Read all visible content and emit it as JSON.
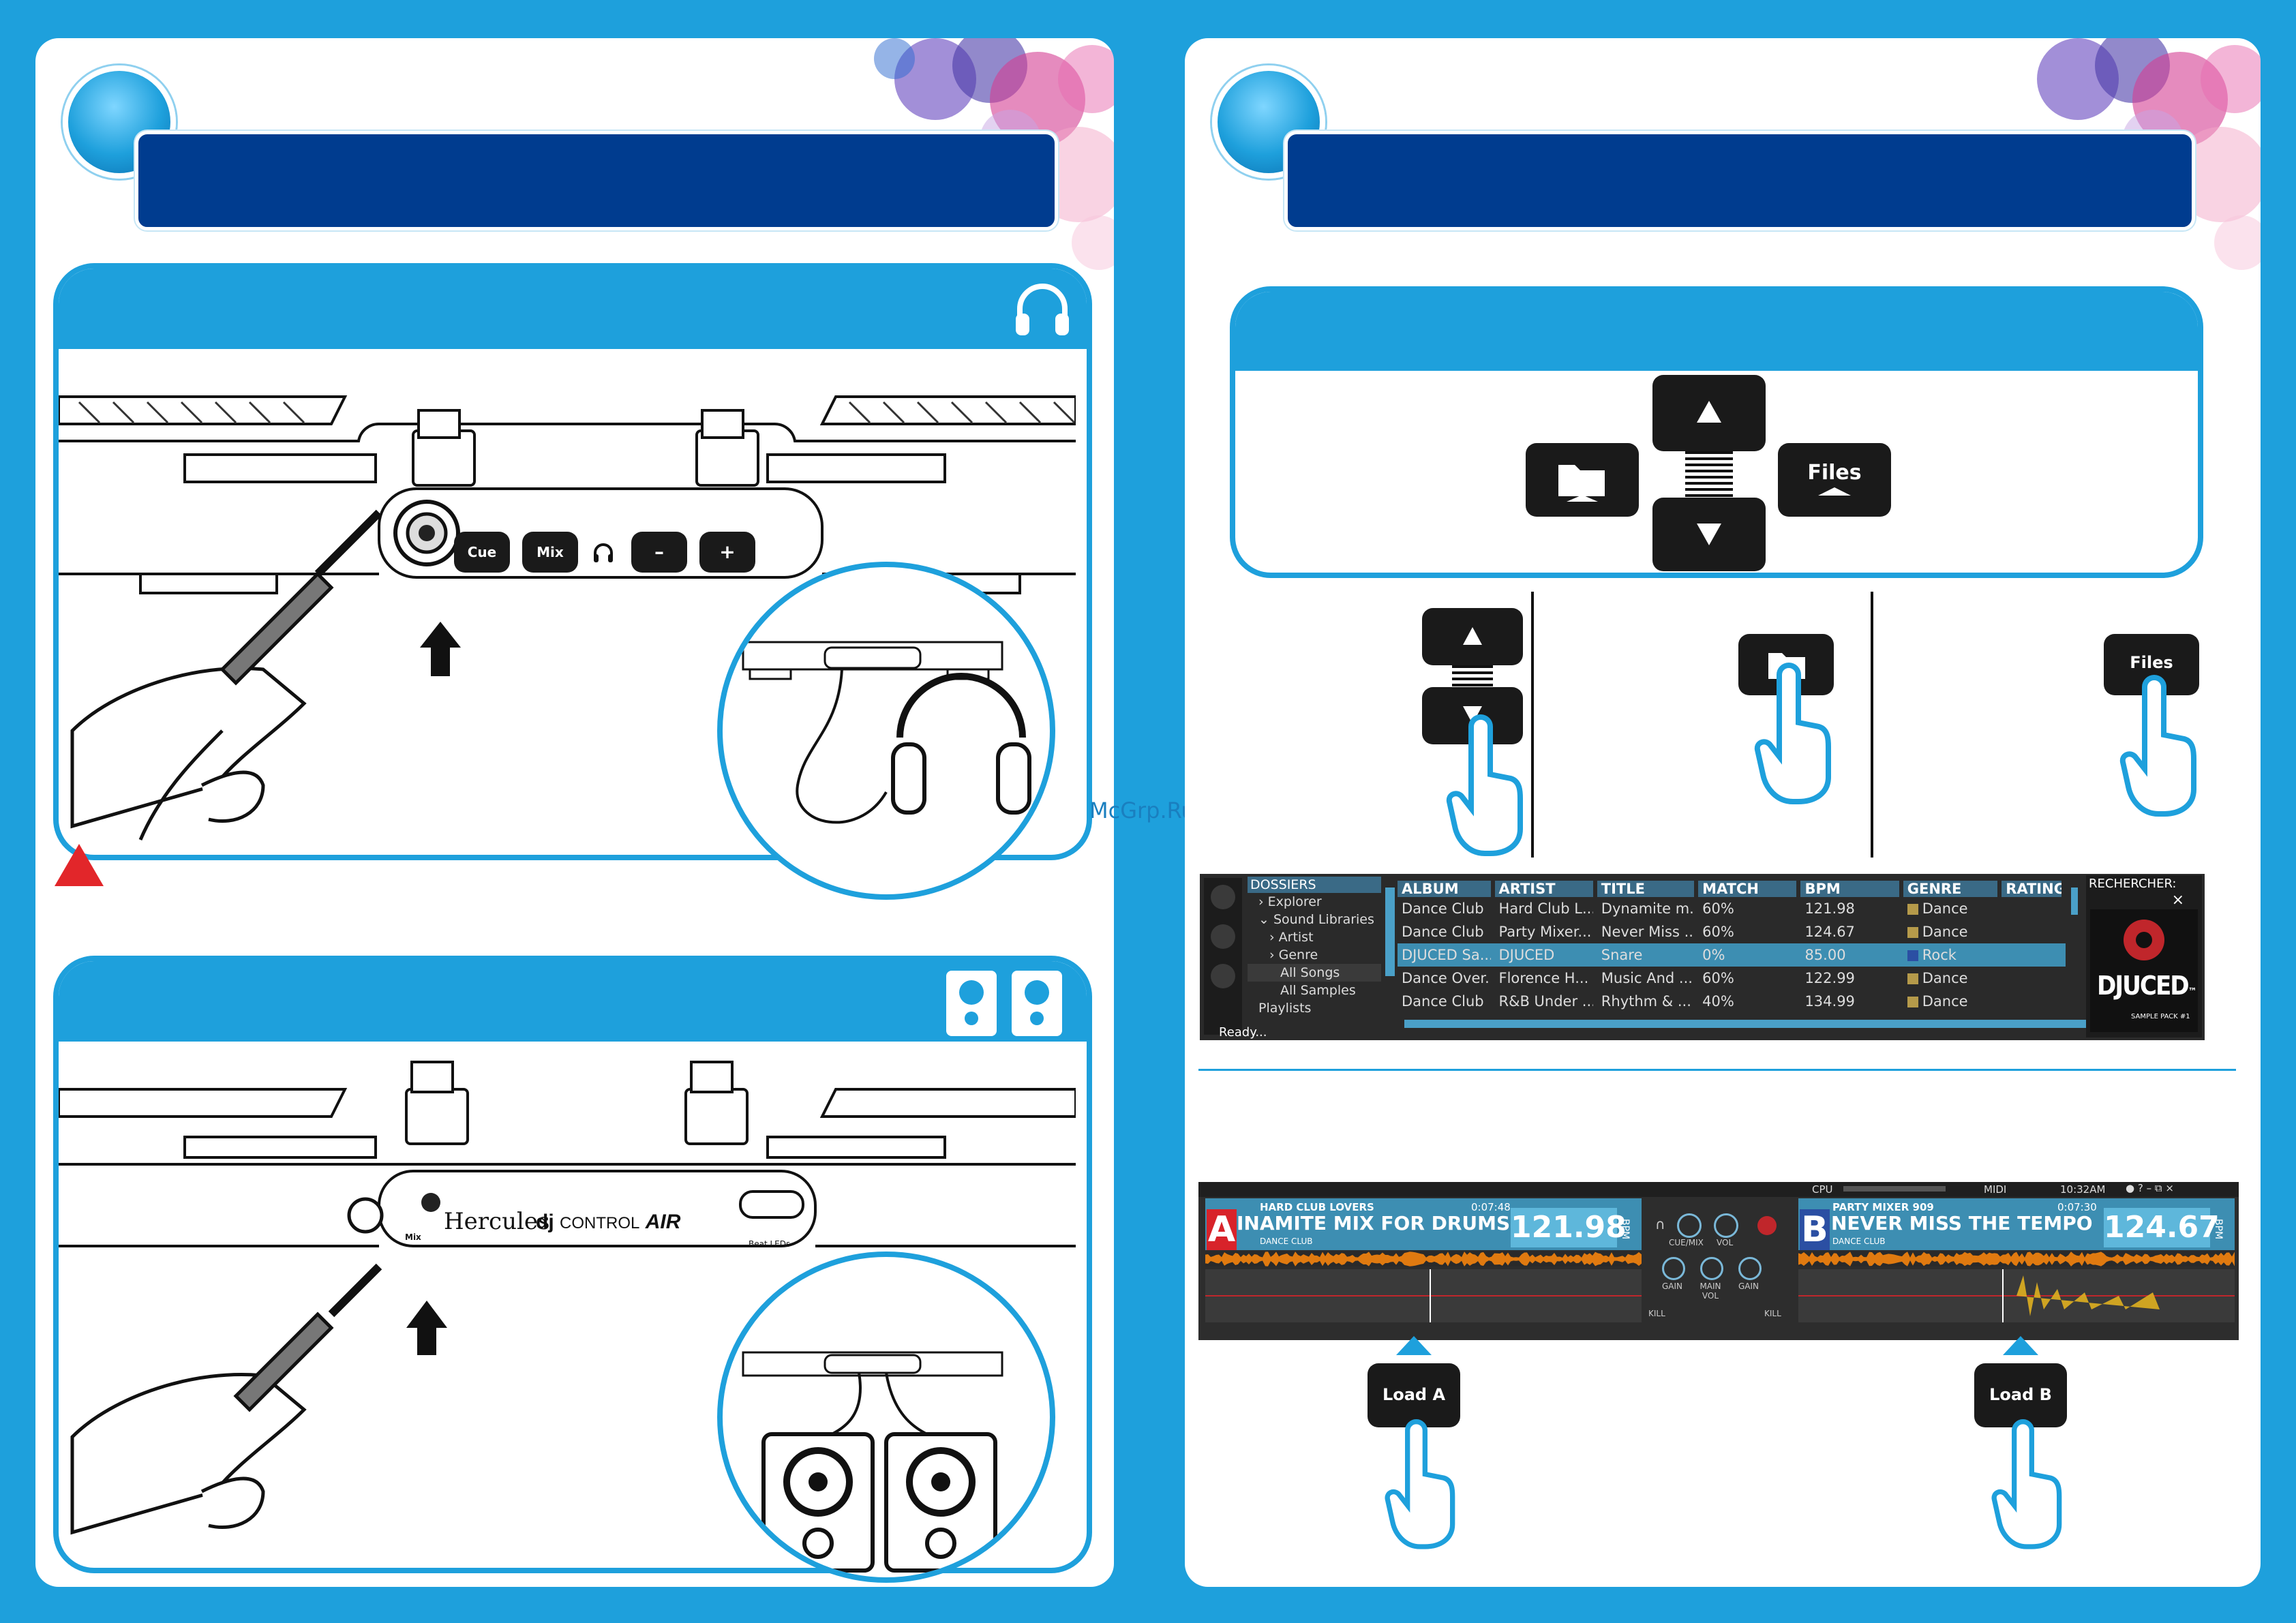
{
  "left_page": {
    "headphones_panel": {
      "button_cue": "Cue",
      "button_mix": "Mix",
      "button_minus": "–",
      "button_plus": "+"
    },
    "speakers_panel": {
      "mix_label": "Mix",
      "brand": "Hercules",
      "product_prefix": "CONTROL",
      "product_suffix": "AIR",
      "beat_leds": "Beat LEDs"
    }
  },
  "watermark": "McGrp.Ru",
  "right_page": {
    "files_key": "Files",
    "load_a": "Load A",
    "load_b": "Load B",
    "browser": {
      "folders_header": "DOSSIERS",
      "tree": [
        {
          "label": "Explorer",
          "level": 1,
          "arrow": "›"
        },
        {
          "label": "Sound Libraries",
          "level": 1,
          "arrow": "⌄"
        },
        {
          "label": "Artist",
          "level": 2,
          "arrow": "›"
        },
        {
          "label": "Genre",
          "level": 2,
          "arrow": "›"
        },
        {
          "label": "All Songs",
          "level": 3,
          "arrow": ""
        },
        {
          "label": "All Samples",
          "level": 3,
          "arrow": ""
        },
        {
          "label": "Playlists",
          "level": 1,
          "arrow": ""
        }
      ],
      "status": "Ready...",
      "columns": [
        "ALBUM",
        "ARTIST",
        "TITLE",
        "MATCH",
        "BPM",
        "GENRE",
        "RATING"
      ],
      "rows": [
        [
          "Dance Club",
          "Hard Club L...",
          "Dynamite m...",
          "60%",
          "121.98",
          "Dance",
          ""
        ],
        [
          "Dance Club",
          "Party Mixer...",
          "Never Miss ...",
          "60%",
          "124.67",
          "Dance",
          ""
        ],
        [
          "DJUCED Sa...",
          "DJUCED",
          "Snare",
          "0%",
          "85.00",
          "Rock",
          ""
        ],
        [
          "Dance Over...",
          "Florence H...",
          "Music And ...",
          "60%",
          "122.99",
          "Dance",
          ""
        ],
        [
          "Dance Club",
          "R&B Under ...",
          "Rhythm & ...",
          "40%",
          "134.99",
          "Dance",
          ""
        ]
      ],
      "search_header": "RECHERCHER:",
      "logo_text": "DJUCED",
      "logo_tm": "™",
      "logo_sub": "SAMPLE PACK #1"
    },
    "decks": {
      "cpu_label": "CPU",
      "midi_label": "MIDI",
      "clock": "10:32AM",
      "deck_a": {
        "letter": "A",
        "artist": "HARD CLUB LOVERS",
        "time": "0:07:48",
        "title": "INAMITE MIX FOR DRUMS A",
        "genre": "DANCE CLUB",
        "bpm": "121.98",
        "bpm_unit": "BPM"
      },
      "deck_b": {
        "letter": "B",
        "artist": "PARTY MIXER 909",
        "time": "0:07:30",
        "title": "NEVER MISS THE TEMPO",
        "genre": "DANCE CLUB",
        "bpm": "124.67",
        "bpm_unit": "BPM"
      },
      "mixer_labels": {
        "cue_mix": "CUE/MIX",
        "vol": "VOL",
        "gain": "GAIN",
        "main_vol": "MAIN VOL",
        "kill": "KILL"
      }
    }
  },
  "colors": {
    "background": "#1ea0dc",
    "title_bar": "#003c8f",
    "warning": "#e2262a",
    "deck_a_accent": "#d8232a",
    "deck_b_accent": "#2b4fa3",
    "waveform": "#e07a10"
  }
}
